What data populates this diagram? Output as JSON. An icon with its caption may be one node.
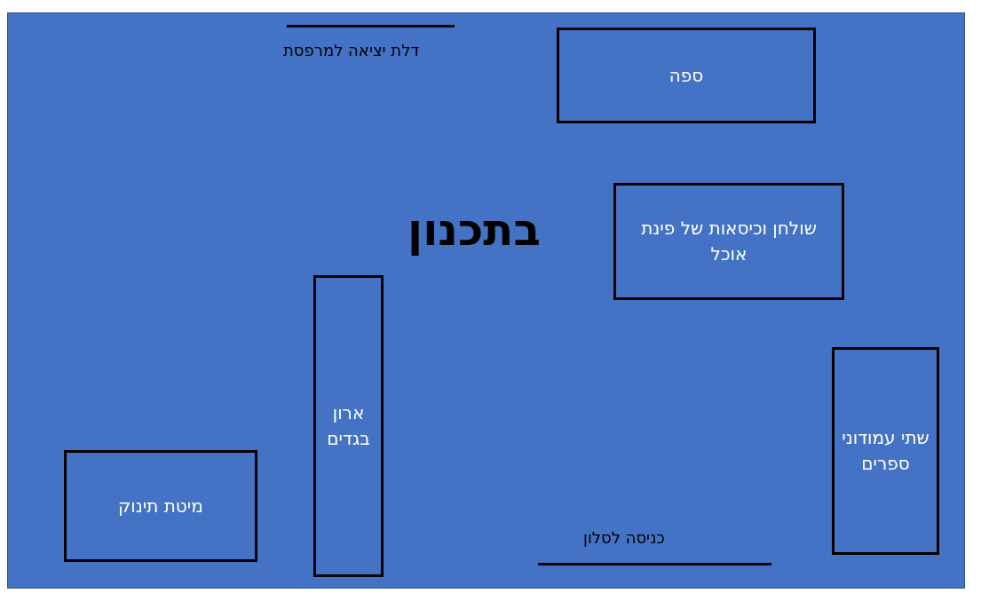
{
  "diagram": {
    "title": "בתכנון",
    "nodes": [
      {
        "text": [],
        "shape": "box"
      },
      {
        "text": [
          "ספה"
        ],
        "in": 0
      },
      {
        "text": [
          "שולחן וכיסאות של פינת אוכל"
        ],
        "in": 0
      },
      {
        "text": [
          "ארון בגדים"
        ],
        "in": 0
      },
      {
        "text": [
          "שתי עמודוני ספרים"
        ],
        "in": 0
      },
      {
        "text": [
          "מיטת תינוק"
        ],
        "in": 0
      }
    ],
    "edges": [],
    "labels": [
      "דלת יציאה למרפסת",
      "כניסה לסלון"
    ]
  }
}
